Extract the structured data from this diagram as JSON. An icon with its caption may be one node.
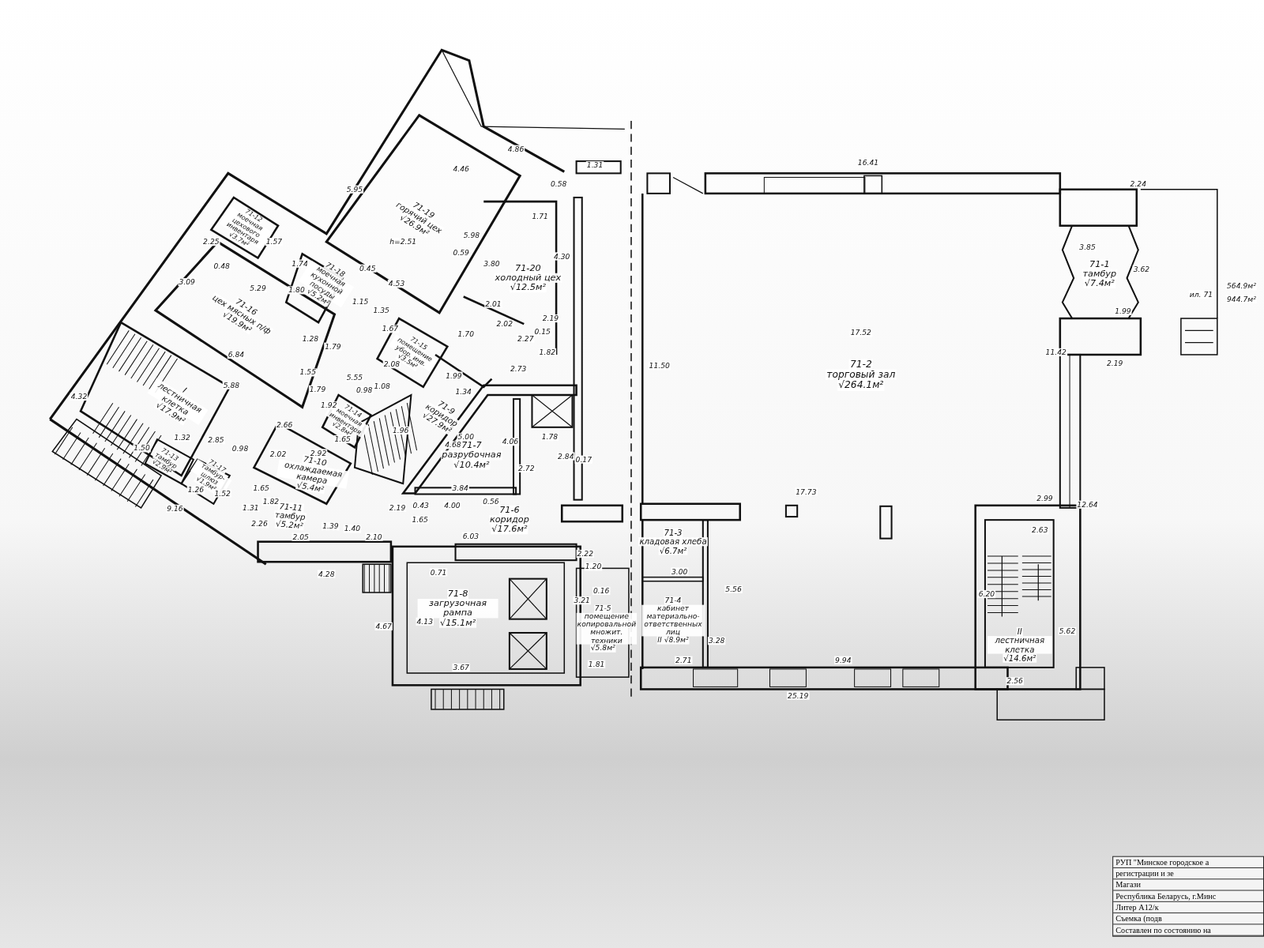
{
  "diagram": {
    "nodes": [
      {
        "text": [
          "71-19",
          "горячий цех",
          "√26.9м²"
        ]
      },
      {
        "text": [
          "71-12",
          "моечная цехового инвентаря",
          "√3.7м²"
        ]
      },
      {
        "text": [
          "71-18",
          "моечная кухонной посуды",
          "√5.2м²"
        ]
      },
      {
        "text": [
          "71-16",
          "цех мясных п/ф",
          "√19.9м²"
        ]
      },
      {
        "text": [
          "I",
          "лестничная клетка",
          "√17.9м²"
        ]
      },
      {
        "text": [
          "71-13",
          "тамбур",
          "√2.9м²"
        ]
      },
      {
        "text": [
          "71-17",
          "тамбур-шлюз",
          "√1.9м²"
        ]
      },
      {
        "text": [
          "71-14",
          "моечная инвентаря",
          "√2.8м²"
        ]
      },
      {
        "text": [
          "71-15",
          "помещение убор. инв.",
          "√3.5м²"
        ]
      },
      {
        "text": [
          "71-9",
          "коридор",
          "√27.9м²"
        ]
      },
      {
        "text": [
          "71-10",
          "охлаждаемая камера",
          "√5.4м²"
        ]
      },
      {
        "text": [
          "71-11",
          "тамбур",
          "√5.2м²"
        ]
      },
      {
        "text": [
          "71-20",
          "холодный цех",
          "√12.5м²"
        ]
      },
      {
        "text": [
          "71-7",
          "разрубочная",
          "√10.4м²"
        ]
      },
      {
        "text": [
          "71-6",
          "коридор",
          "√17.6м²"
        ]
      },
      {
        "text": [
          "71-8",
          "загрузочная рампа",
          "√15.1м²"
        ]
      },
      {
        "text": [
          "71-5",
          "помещение копировальной множит. техники",
          "√5.8м²"
        ]
      },
      {
        "text": [
          "71-3",
          "кладовая хлеба",
          "√6.7м²"
        ]
      },
      {
        "text": [
          "71-4",
          "кабинет материально-ответственных лиц",
          "II √8.9м²"
        ]
      },
      {
        "text": [
          "71-2",
          "торговый зал",
          "√264.1м²"
        ]
      },
      {
        "text": [
          "71-1",
          "тамбур",
          "√7.4м²"
        ]
      },
      {
        "text": [
          "II",
          "лестничная клетка",
          "√14.6м²"
        ]
      }
    ],
    "labels": [
      "4.86",
      "4.46",
      "1.31",
      "16.41",
      "0.58",
      "2.24",
      "5.95",
      "1.71",
      "2.25",
      "1.57",
      "5.98",
      "3.85",
      "4.30",
      "0.59",
      "0.48",
      "1.74",
      "0.45",
      "3.80",
      "3.62",
      "3.09",
      "4.53",
      "5.29",
      "1.80",
      "1.15",
      "2.01",
      "1.35",
      "1.99",
      "2.19",
      "2.02",
      "1.67",
      "1.70",
      "1.28",
      "17.52",
      "0.15",
      "2.27",
      "1.79",
      "2.08",
      "6.84",
      "1.82",
      "11.42",
      "2.19",
      "11.50",
      "2.73",
      "1.55",
      "5.55",
      "0.98",
      "1.08",
      "1.99",
      "5.88",
      "1.79",
      "1.34",
      "4.32",
      "1.92",
      "1.96",
      "2.66",
      "5.00",
      "1.65",
      "1.78",
      "1.32",
      "2.85",
      "4.68",
      "4.06",
      "1.50",
      "0.98",
      "2.02",
      "2.92",
      "2.84",
      "0.17",
      "2.72",
      "1.65",
      "1.26",
      "3.84",
      "1.52",
      "17.73",
      "2.99",
      "1.82",
      "1.31",
      "12.64",
      "4.00",
      "0.43",
      "2.19",
      "0.56",
      "9.16",
      "1.65",
      "2.26",
      "1.39",
      "1.40",
      "2.63",
      "6.03",
      "2.10",
      "2.05",
      "2.22",
      "0.71",
      "1.20",
      "4.28",
      "3.00",
      "5.56",
      "0.16",
      "6.20",
      "3.21",
      "4.13",
      "4.67",
      "5.62",
      "3.28",
      "2.71",
      "9.94",
      "1.81",
      "3.67",
      "2.56",
      "25.19",
      "h=2.51",
      "ил. 71",
      "564.9м²",
      "944.7м²",
      "РУП \"Минское городское а",
      "регистрации и зе",
      "Магази",
      "Республика Беларусь, г.Минс",
      "Литер А12/к",
      "Съемка (подв",
      "Составлен по состоянию на"
    ]
  }
}
